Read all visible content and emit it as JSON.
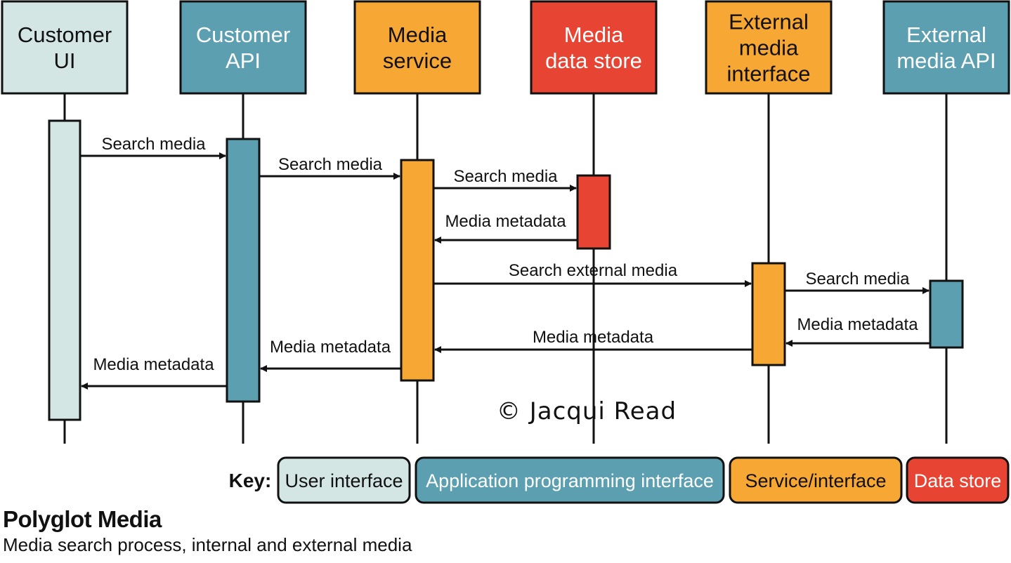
{
  "colors": {
    "user_interface": "#d4e6e4",
    "api": "#5b9fb0",
    "service": "#f7a733",
    "data_store": "#e84434",
    "line": "#111111"
  },
  "participants": [
    {
      "lines": [
        "Customer",
        "UI"
      ],
      "kind": "user_interface"
    },
    {
      "lines": [
        "Customer",
        "API"
      ],
      "kind": "api"
    },
    {
      "lines": [
        "Media",
        "service"
      ],
      "kind": "service"
    },
    {
      "lines": [
        "Media",
        "data store"
      ],
      "kind": "data_store"
    },
    {
      "lines": [
        "External",
        "media",
        "interface"
      ],
      "kind": "service"
    },
    {
      "lines": [
        "External",
        "media API"
      ],
      "kind": "api"
    }
  ],
  "messages": [
    {
      "label": "Search media",
      "from": 0,
      "to": 1
    },
    {
      "label": "Search media",
      "from": 1,
      "to": 2
    },
    {
      "label": "Search media",
      "from": 2,
      "to": 3
    },
    {
      "label": "Media metadata",
      "from": 3,
      "to": 2
    },
    {
      "label": "Search external media",
      "from": 2,
      "to": 4
    },
    {
      "label": "Search media",
      "from": 4,
      "to": 5
    },
    {
      "label": "Media metadata",
      "from": 5,
      "to": 4
    },
    {
      "label": "Media metadata",
      "from": 4,
      "to": 2
    },
    {
      "label": "Media metadata",
      "from": 2,
      "to": 1
    },
    {
      "label": "Media metadata",
      "from": 1,
      "to": 0
    }
  ],
  "copyright": "© Jacqui Read",
  "key": {
    "label": "Key:",
    "items": [
      {
        "label": "User interface",
        "kind": "user_interface"
      },
      {
        "label": "Application programming interface",
        "kind": "api"
      },
      {
        "label": "Service/interface",
        "kind": "service"
      },
      {
        "label": "Data store",
        "kind": "data_store"
      }
    ]
  },
  "caption": {
    "title": "Polyglot Media",
    "subtitle": "Media search process, internal and external media"
  }
}
